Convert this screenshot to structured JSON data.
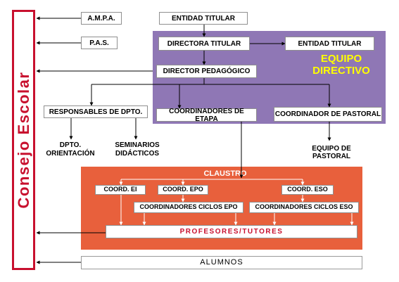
{
  "colors": {
    "equipo_bg": "#8f77b5",
    "claustro_bg": "#e8603c",
    "consejo_red": "#c8102e",
    "equipo_title": "#ffff00"
  },
  "consejo": {
    "label": "Consejo Escolar"
  },
  "nodes": {
    "ampa": "A.M.P.A.",
    "entidad_titular_1": "ENTIDAD TITULAR",
    "pas": "P.A.S.",
    "directora_titular": "DIRECTORA TITULAR",
    "entidad_titular_2": "ENTIDAD TITULAR",
    "director_pedagogico": "DIRECTOR PEDAGÓGICO",
    "responsables_dpto": "RESPONSABLES DE DPTO.",
    "coordinadores_etapa": "COORDINADORES DE ETAPA",
    "coordinador_pastoral": "COORDINADOR DE PASTORAL",
    "dpto_orientacion": "DPTO. ORIENTACIÓN",
    "seminarios_didacticos": "SEMINARIOS DIDÁCTICOS",
    "equipo_pastoral": "EQUIPO DE PASTORAL",
    "coord_ei": "COORD. EI",
    "coord_epo": "COORD. EPO",
    "coord_eso": "COORD. ESO",
    "coord_ciclos_epo": "COORDINADORES CICLOS EPO",
    "coord_ciclos_eso": "COORDINADORES CICLOS ESO",
    "profesores_tutores": "PROFESORES/TUTORES",
    "alumnos": "ALUMNOS"
  },
  "groups": {
    "equipo_directivo": "EQUIPO DIRECTIVO",
    "claustro": "CLAUSTRO"
  }
}
